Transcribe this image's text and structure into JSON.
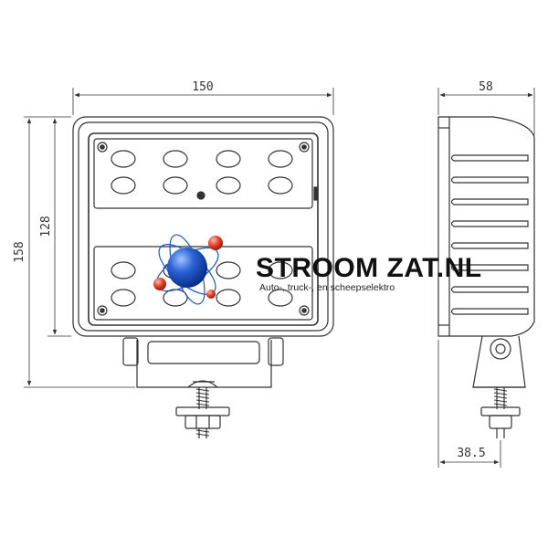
{
  "dimensions": {
    "front_width": "150",
    "front_inner_height": "128",
    "front_total_height": "158",
    "side_depth": "58",
    "side_base_offset": "38.5"
  },
  "logo": {
    "title": "STROOM ZAT.NL",
    "subtitle": "Auto-, truck-, en scheepselektro",
    "colors": {
      "blue": "#1a55c8",
      "red": "#e0442a"
    }
  }
}
